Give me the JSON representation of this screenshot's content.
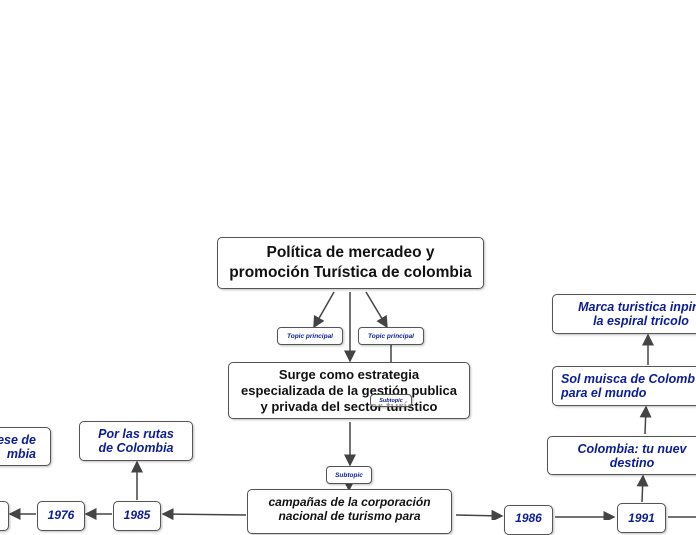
{
  "root": {
    "line1": "Política de mercadeo y",
    "line2": "promoción Turística de colombia"
  },
  "tags": {
    "topic_left": "Topic principal",
    "topic_right": "Topic principal",
    "subtopic_small": "Subtopic",
    "subtopic_mid": "Subtopic"
  },
  "main": {
    "line1": "Surge como estrategia",
    "line2": "especializada de la gestión publica",
    "line3": "y privada del sector turístico"
  },
  "campaign": {
    "line1": "campañas de la corporación",
    "line2": "nacional de turismo para"
  },
  "left": {
    "rutas": {
      "line1": "Por las rutas",
      "line2": "de Colombia"
    },
    "enamorese": {
      "line1": "ese de",
      "line2": "mbia"
    },
    "year_1985": "1985",
    "year_1976": "1976"
  },
  "right": {
    "marca": {
      "line1": "Marca turistica inpira",
      "line2": "la espiral tricolo"
    },
    "sol": {
      "line1": "Sol muisca de Colomb",
      "line2": "para el mundo"
    },
    "nuevo": {
      "line1": "Colombia: tu nuev",
      "line2": "destino"
    },
    "year_1986": "1986",
    "year_1991": "1991"
  }
}
